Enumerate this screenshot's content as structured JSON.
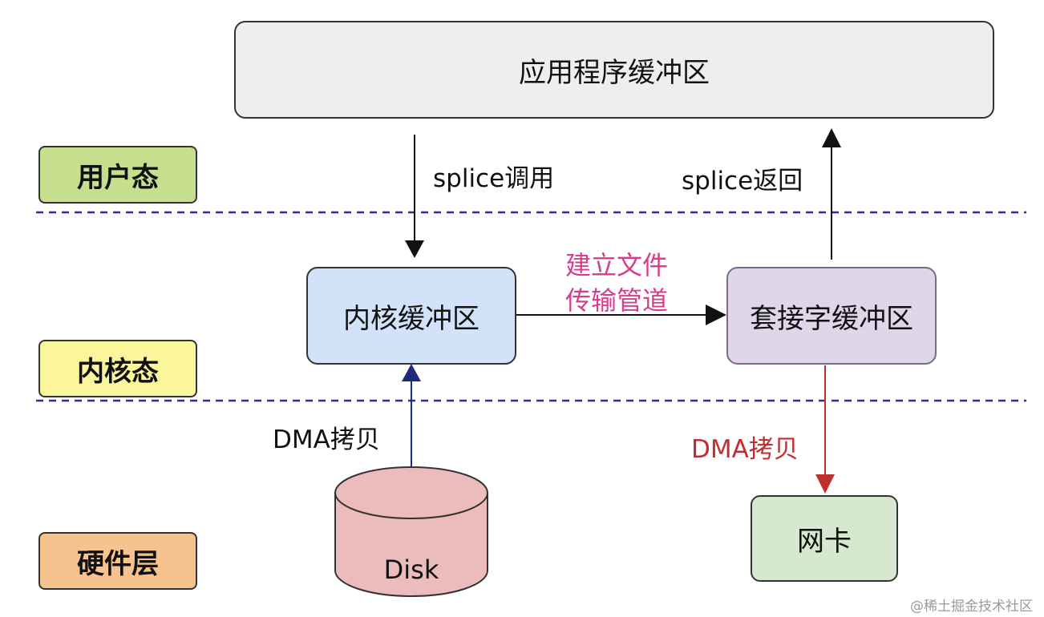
{
  "layers": {
    "user": "用户态",
    "kernel": "内核态",
    "hardware": "硬件层"
  },
  "nodes": {
    "app_buffer": "应用程序缓冲区",
    "kernel_buffer": "内核缓冲区",
    "socket_buffer": "套接字缓冲区",
    "disk": "Disk",
    "nic": "网卡"
  },
  "edges": {
    "splice_call": "splice调用",
    "splice_return": "splice返回",
    "pipe_line1": "建立文件",
    "pipe_line2": "传输管道",
    "dma_in": "DMA拷贝",
    "dma_out": "DMA拷贝"
  },
  "watermark": "@稀土掘金技术社区",
  "colors": {
    "user_layer": "#c5df8f",
    "kernel_layer": "#fbf59c",
    "hardware_layer": "#f6c28e",
    "app_buffer": "#eeeeee",
    "kernel_buffer": "#d2e2f8",
    "socket_buffer": "#e0d6ea",
    "disk": "#ecbcbd",
    "nic": "#d6e9cf",
    "pipe_label": "#d63d8c",
    "dma_out": "#c02f2f",
    "dma_in_arrow": "#1e2a7c",
    "divider": "#2b2b9a"
  }
}
